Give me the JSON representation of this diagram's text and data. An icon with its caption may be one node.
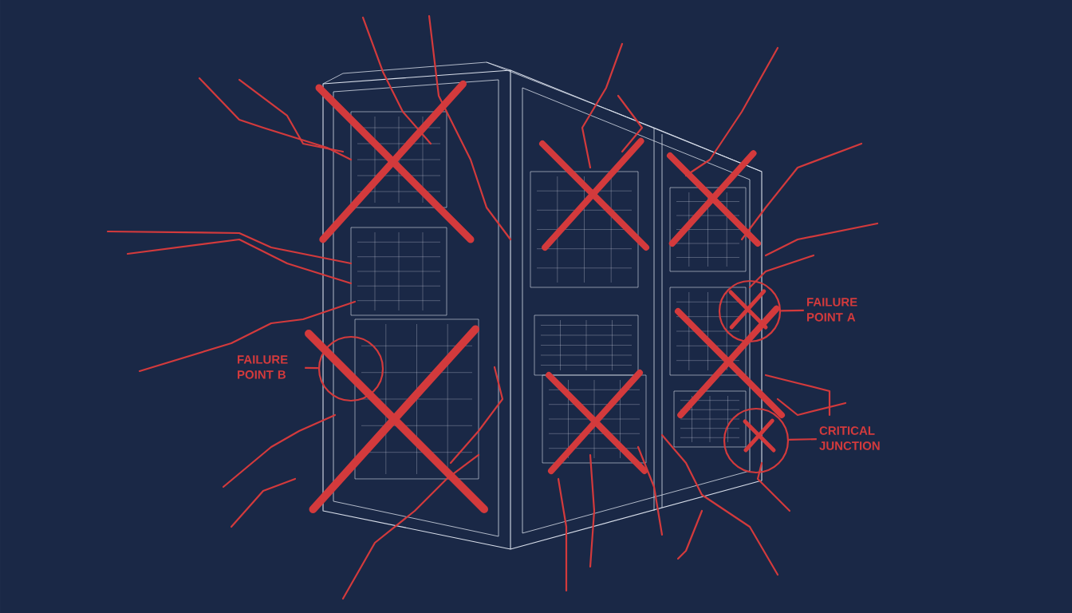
{
  "diagram": {
    "nodes": [
      {
        "text": [
          "FAILURE POINT A"
        ]
      },
      {
        "text": [],
        "shape": "circle"
      },
      {
        "text": [
          "FAILURE POINT B"
        ]
      },
      {
        "text": [],
        "shape": "circle"
      },
      {
        "text": [
          "CRITICAL JUNCTION"
        ]
      },
      {
        "text": [],
        "shape": "circle"
      }
    ],
    "edges": [
      {
        "from": 0,
        "to": 1,
        "arrow": "none"
      },
      {
        "from": 2,
        "to": 3,
        "arrow": "none"
      },
      {
        "from": 4,
        "to": 5,
        "arrow": "none"
      }
    ]
  }
}
